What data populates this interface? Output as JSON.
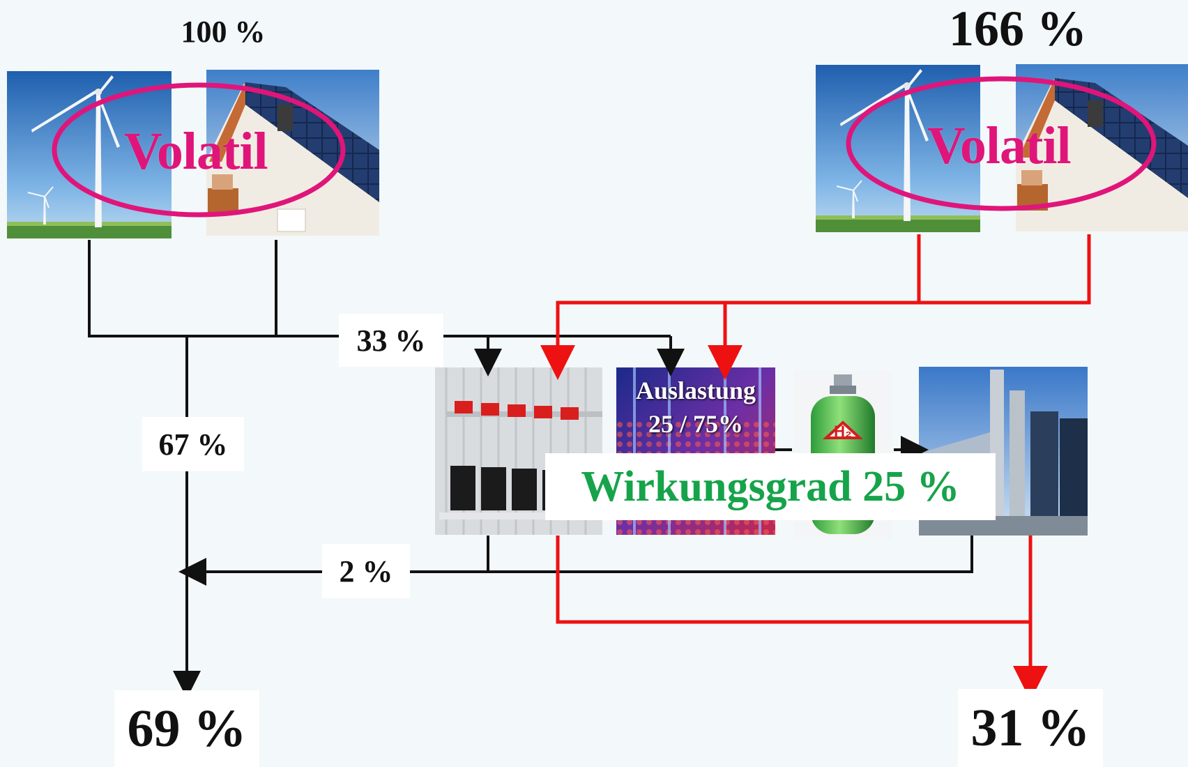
{
  "left_source": {
    "percent_label": "100 %",
    "volatile_label": "Volatil",
    "icons": [
      "wind-turbine-icon",
      "solar-house-icon"
    ]
  },
  "right_source": {
    "percent_label": "166 %",
    "volatile_label": "Volatil",
    "icons": [
      "wind-turbine-icon",
      "solar-house-icon"
    ]
  },
  "flows": {
    "to_storage_label": "33 %",
    "direct_label": "67 %",
    "return_label": "2 %"
  },
  "storage_chain": {
    "icons": [
      "battery-storage-icon",
      "electrolyser-icon",
      "hydrogen-tank-icon",
      "power-plant-icon"
    ],
    "electrolyser_caption_line1": "Auslastung",
    "electrolyser_caption_line2": "25 / 75%",
    "hydrogen_symbol": "H₂",
    "efficiency_label": "Wirkungsgrad 25 %"
  },
  "results": {
    "left_total": "69 %",
    "right_total": "31 %"
  },
  "colors": {
    "background": "#f3f8fa",
    "volatile_text": "#e0157a",
    "volatile_ellipse": "#e0157a",
    "red_flow": "#ee1111",
    "black_flow": "#111111",
    "efficiency_text": "#16a34a",
    "sky": "#3d82cf"
  }
}
